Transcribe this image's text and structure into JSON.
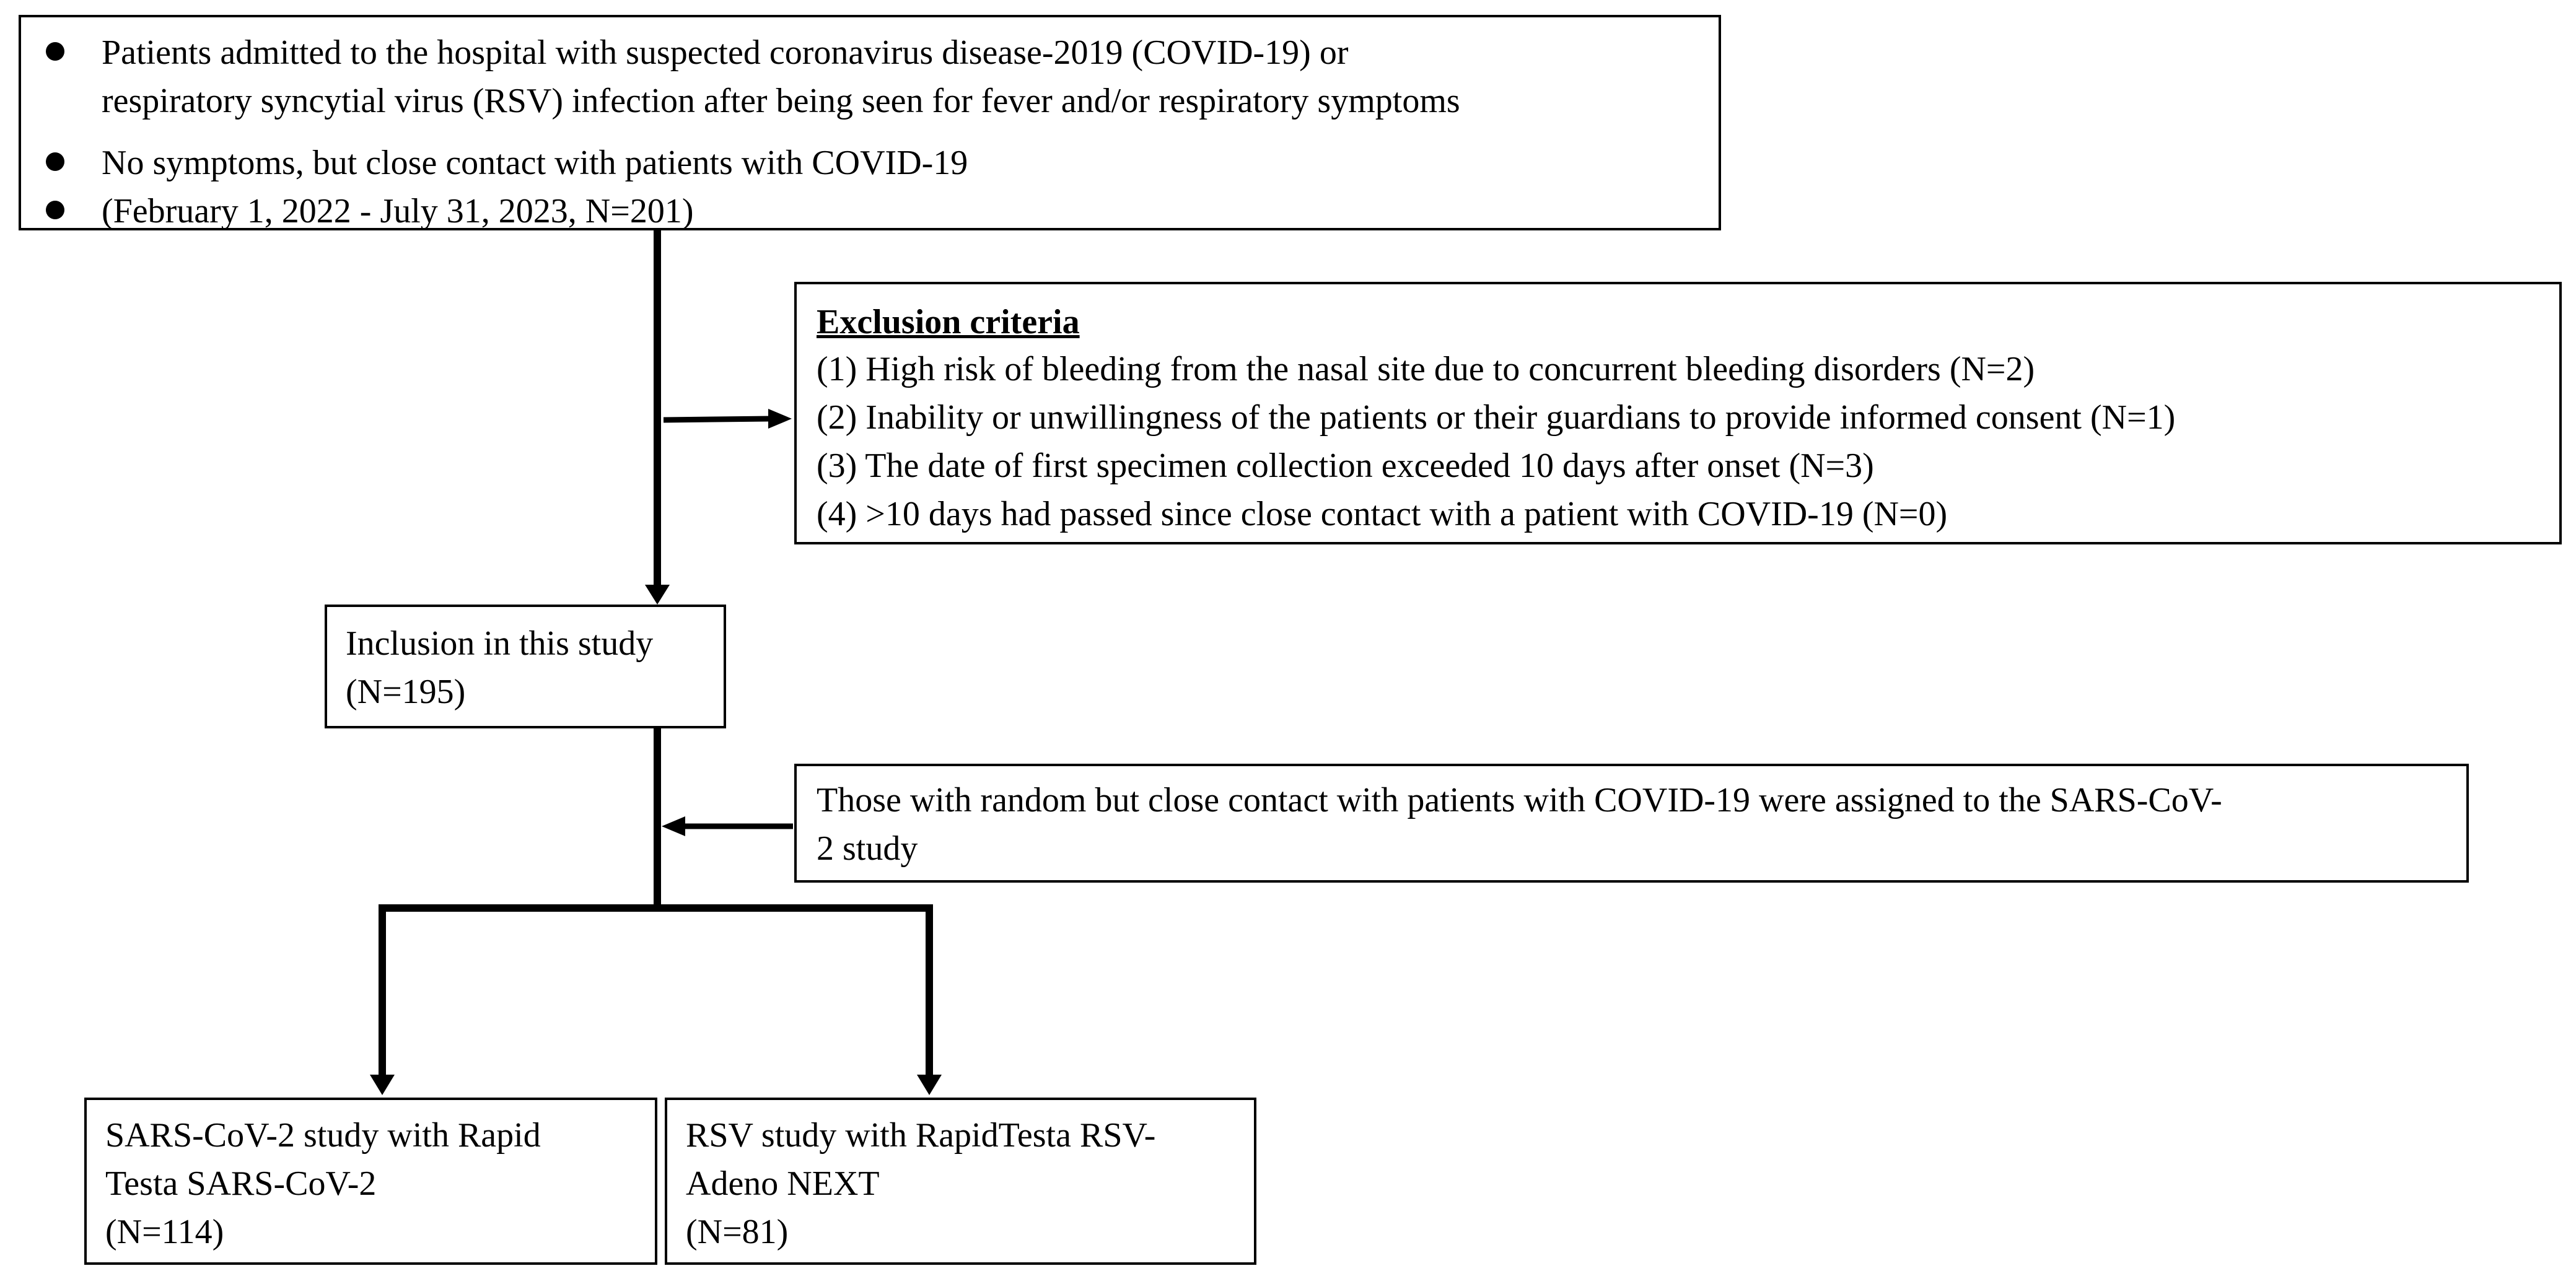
{
  "top_box": {
    "bullets": [
      "Patients admitted to the hospital with suspected coronavirus disease-2019 (COVID-19) or\nrespiratory syncytial virus (RSV) infection after being seen for fever and/or respiratory symptoms",
      "No symptoms, but close contact with patients with COVID-19",
      "(February 1, 2022 - July 31, 2023, N=201)"
    ]
  },
  "exclusion": {
    "title": "Exclusion criteria",
    "items": [
      "(1) High risk of bleeding from the nasal site due to concurrent bleeding disorders (N=2)",
      "(2) Inability or unwillingness of the patients or their guardians to provide informed consent (N=1)",
      "(3) The date of first specimen collection exceeded 10 days after onset (N=3)",
      "(4) >10 days had passed since close contact with a patient with COVID-19 (N=0)"
    ]
  },
  "inclusion": {
    "text": "Inclusion in this study\n(N=195)"
  },
  "assignment": {
    "text": "Those with random but close contact with patients with COVID-19 were assigned to the SARS-CoV-\n2 study"
  },
  "sars_study": {
    "text": "SARS-CoV-2 study with Rapid\nTesta SARS-CoV-2\n(N=114)"
  },
  "rsv_study": {
    "text": "RSV study with RapidTesta RSV-\nAdeno NEXT\n(N=81)"
  }
}
